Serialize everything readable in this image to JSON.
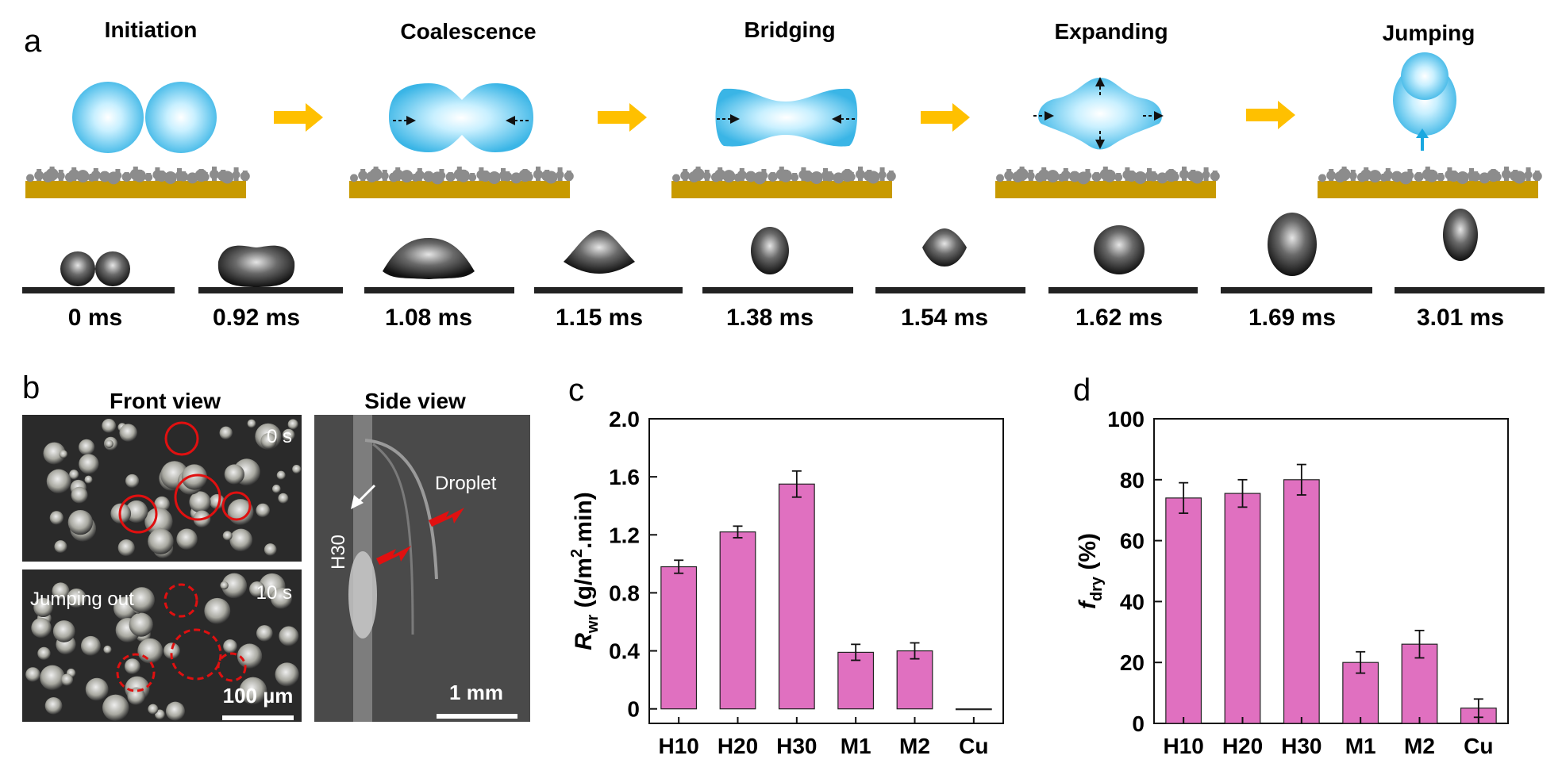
{
  "panels": {
    "a": {
      "letter": "a",
      "stages": [
        "Initiation",
        "Coalescence",
        "Bridging",
        "Expanding",
        "Jumping"
      ],
      "times": [
        "0 ms",
        "0.92 ms",
        "1.08 ms",
        "1.15 ms",
        "1.38 ms",
        "1.54 ms",
        "1.62 ms",
        "1.69 ms",
        "3.01 ms"
      ]
    },
    "b": {
      "letter": "b",
      "front_title": "Front view",
      "side_title": "Side view",
      "time_top": "0 s",
      "time_bottom": "10 s",
      "jumping_label": "Jumping out",
      "scale_front": "100 µm",
      "scale_side": "1 mm",
      "droplet_label": "Droplet",
      "h30_label": "H30"
    },
    "c": {
      "letter": "c"
    },
    "d": {
      "letter": "d"
    }
  },
  "colors": {
    "bar": "#e070c0",
    "arrow": "#ffc000",
    "droplet": "#5ec8ee",
    "substrate": "#c89a00",
    "roughness": "#8c8c8c",
    "circle": "#e01010"
  },
  "chart_data": [
    {
      "type": "bar",
      "panel": "c",
      "categories": [
        "H10",
        "H20",
        "H30",
        "M1",
        "M2",
        "Cu"
      ],
      "values": [
        0.98,
        1.22,
        1.55,
        0.39,
        0.4,
        0.0
      ],
      "errors": [
        0.045,
        0.04,
        0.09,
        0.055,
        0.055,
        0
      ],
      "ylabel": "Rwr (g/m2.min)",
      "ylabel_main": "R",
      "ylabel_sub": "wr",
      "ylabel_unit": " (g/m",
      "ylabel_sup": "2",
      "ylabel_tail": ".min)",
      "ylim": [
        -0.1,
        2.0
      ],
      "yticks": [
        "0",
        "0.4",
        "0.8",
        "1.2",
        "1.6",
        "2.0"
      ],
      "ytick_values": [
        0,
        0.4,
        0.8,
        1.2,
        1.6,
        2.0
      ],
      "grid": false
    },
    {
      "type": "bar",
      "panel": "d",
      "categories": [
        "H10",
        "H20",
        "H30",
        "M1",
        "M2",
        "Cu"
      ],
      "values": [
        74,
        75.5,
        80,
        20,
        26,
        5
      ],
      "errors": [
        5,
        4.5,
        5,
        3.5,
        4.5,
        3
      ],
      "ylabel": "fdry (%)",
      "ylabel_main": "f",
      "ylabel_sub": "dry",
      "ylabel_unit": " (%)",
      "ylim": [
        0,
        100
      ],
      "yticks": [
        "0",
        "20",
        "40",
        "60",
        "80",
        "100"
      ],
      "ytick_values": [
        0,
        20,
        40,
        60,
        80,
        100
      ],
      "grid": false
    }
  ]
}
